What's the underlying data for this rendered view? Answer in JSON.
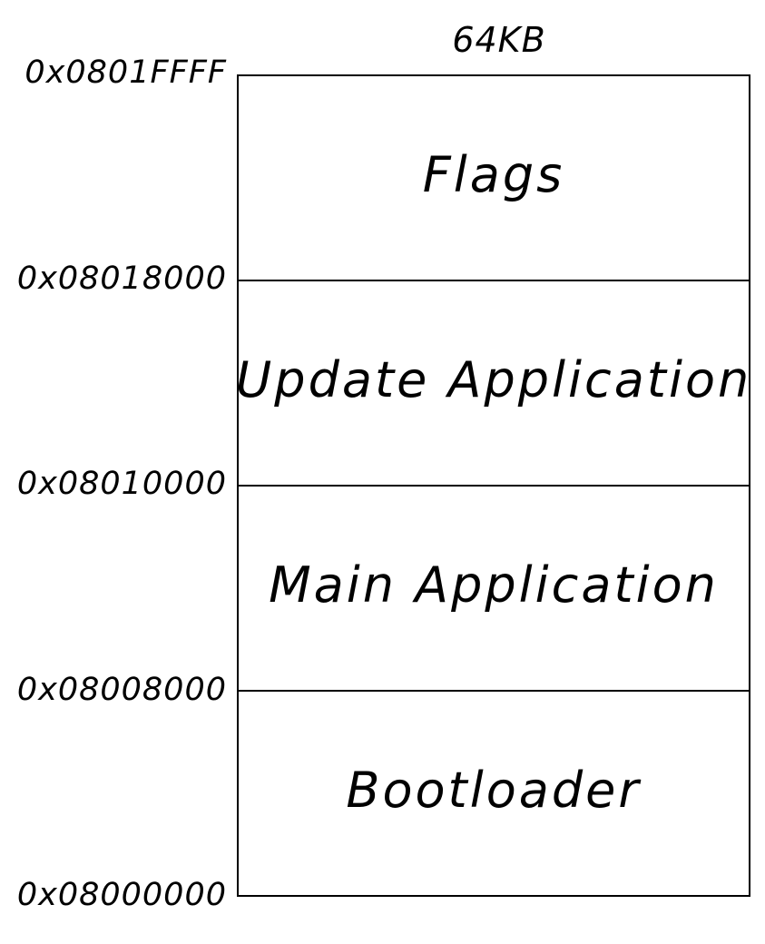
{
  "size_label": "64KB",
  "regions": [
    {
      "label": "Flags"
    },
    {
      "label": "Update Application"
    },
    {
      "label": "Main Application"
    },
    {
      "label": "Bootloader"
    }
  ],
  "addresses": [
    "0x0801FFFF",
    "0x08018000",
    "0x08010000",
    "0x08008000",
    "0x08000000"
  ]
}
